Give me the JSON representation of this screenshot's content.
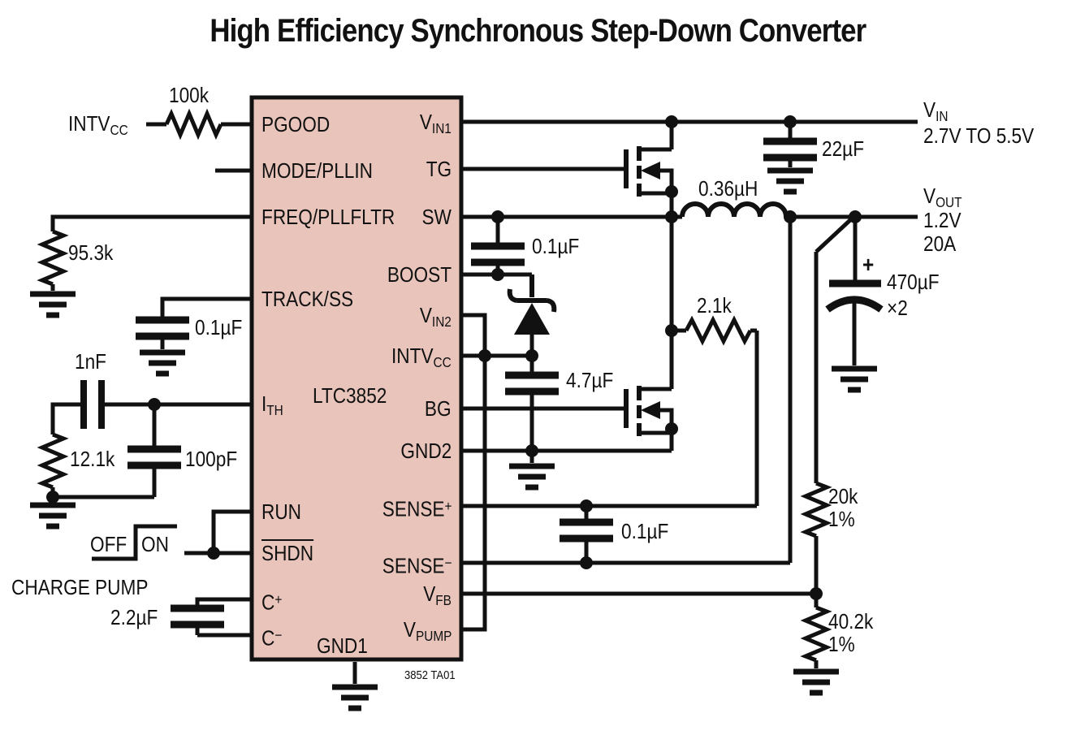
{
  "title": "High Efficiency Synchronous Step-Down Converter",
  "colors": {
    "chip_fill": "#e8c4bb",
    "line": "#111111"
  },
  "chip": {
    "name": "LTC3852",
    "gnd_pin": "GND1",
    "left_pins": [
      {
        "main": "PGOOD"
      },
      {
        "main": "MODE/PLLIN"
      },
      {
        "main": "FREQ/PLLFLTR"
      },
      {
        "main": "TRACK/SS"
      },
      {
        "main": "I",
        "sub": "TH"
      },
      {
        "main": "RUN"
      },
      {
        "main": "SHDN"
      },
      {
        "main": "C",
        "sup": "+"
      },
      {
        "main": "C",
        "sup": "−"
      }
    ],
    "right_pins": [
      {
        "main": "V",
        "sub": "IN1"
      },
      {
        "main": "TG"
      },
      {
        "main": "SW"
      },
      {
        "main": "BOOST"
      },
      {
        "main": "V",
        "sub": "IN2"
      },
      {
        "main": "INTV",
        "sub": "CC"
      },
      {
        "main": "BG"
      },
      {
        "main": "GND2"
      },
      {
        "main": "SENSE",
        "sup": "+"
      },
      {
        "main": "SENSE",
        "sup": "−"
      },
      {
        "main": "V",
        "sub": "FB"
      },
      {
        "main": "V",
        "sub": "PUMP"
      }
    ]
  },
  "labels": {
    "intvcc_source": {
      "main": "INTV",
      "sub": "CC"
    },
    "r_pgood": "100k",
    "r_freq": "95.3k",
    "c_track": "0.1µF",
    "c_comp_series": "1nF",
    "r_comp": "12.1k",
    "c_comp_par": "100pF",
    "sw_off": "OFF",
    "sw_on": "ON",
    "charge_pump": "CHARGE PUMP",
    "c_pump": "2.2µF",
    "c_vin": "22µF",
    "vin": {
      "main": "V",
      "sub": "IN"
    },
    "vin_range": "2.7V TO 5.5V",
    "inductor": "0.36µH",
    "c_boost": "0.1µF",
    "c_intvcc": "4.7µF",
    "r_sense": "2.1k",
    "c_sense": "0.1µF",
    "vout": {
      "main": "V",
      "sub": "OUT"
    },
    "vout_v": "1.2V",
    "vout_i": "20A",
    "cout_plus": "+",
    "c_out": "470µF",
    "c_out_mult": "×2",
    "r_fb_top": "20k",
    "r_fb_top_tol": "1%",
    "r_fb_bot": "40.2k",
    "r_fb_bot_tol": "1%",
    "note": "3852 TA01"
  }
}
